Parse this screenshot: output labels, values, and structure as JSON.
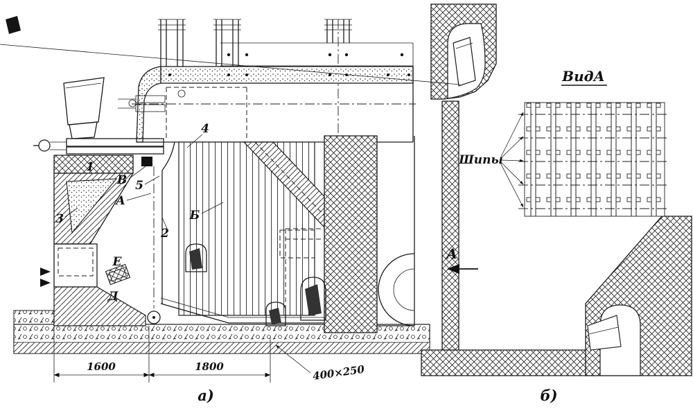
{
  "figure": {
    "panel_a": {
      "caption": "а)",
      "labels": {
        "n1": "1",
        "n2": "2",
        "n3": "3",
        "n4": "4",
        "n5": "5",
        "a": "А",
        "b": "Б",
        "v": "В",
        "d": "Д",
        "e": "Е"
      },
      "dimensions": {
        "left_span": "1600",
        "right_span": "1800",
        "opening": "400×250"
      }
    },
    "panel_b": {
      "caption": "б)",
      "view_title": "ВидА",
      "studs": "Шипы",
      "section": "А"
    }
  }
}
